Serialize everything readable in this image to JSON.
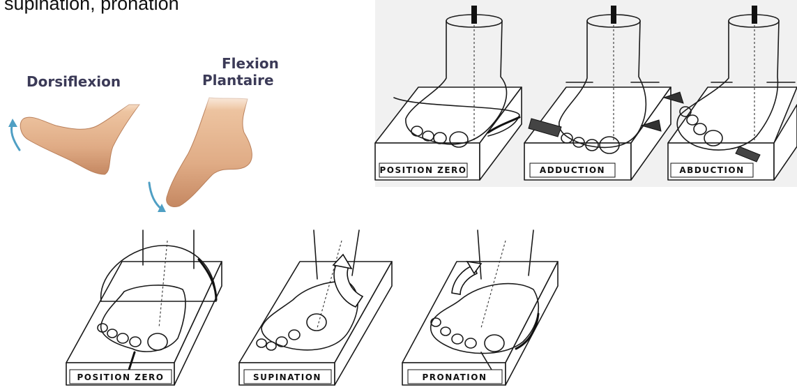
{
  "caption": "supination, pronation",
  "colored_panels": [
    {
      "label": "Dorsiflexion"
    },
    {
      "label_line1": "Flexion",
      "label_line2": "Plantaire"
    }
  ],
  "top_plaques": [
    "POSITION ZERO",
    "ADDUCTION",
    "ABDUCTION"
  ],
  "bottom_plaques": [
    "POSITION ZERO",
    "SUPINATION",
    "PRONATION"
  ],
  "colors": {
    "skin": "#e3b28d",
    "skin_shadow": "#c58862",
    "arrow": "#4f9fc4",
    "label_text": "#3b3a57",
    "ink": "#1a1a1a"
  },
  "icons": [
    "dorsiflexion-arrow-icon",
    "plantar-flexion-arrow-icon",
    "rotation-arrow-icon"
  ]
}
